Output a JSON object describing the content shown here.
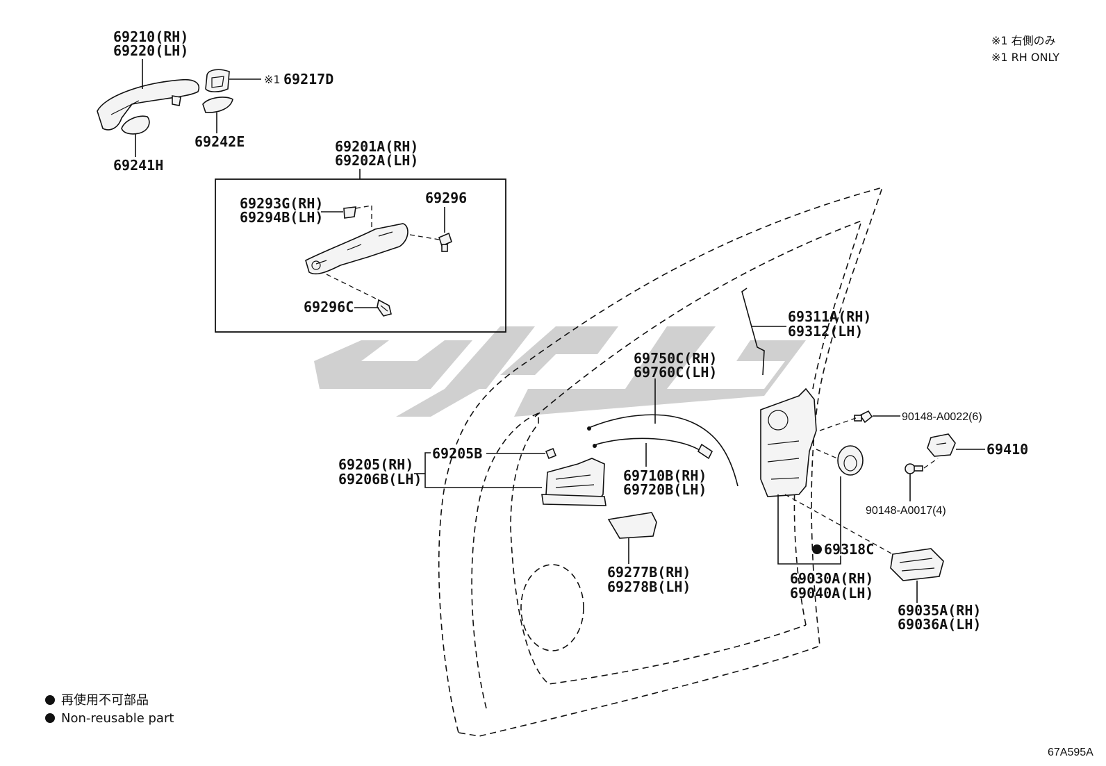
{
  "notes": {
    "rh_only_jp": "※1 右側のみ",
    "rh_only_en": "※1 RH ONLY",
    "mark_1": "※1"
  },
  "legend": {
    "non_reusable_jp": "再使用不可部品",
    "non_reusable_en": "Non-reusable part"
  },
  "diagram_code": "67A595A",
  "parts": {
    "p69210": "69210(RH)",
    "p69220": "69220(LH)",
    "p69217d": "69217D",
    "p69242e": "69242E",
    "p69241h": "69241H",
    "p69201a": "69201A(RH)",
    "p69202a": "69202A(LH)",
    "p69293g": "69293G(RH)",
    "p69294b": "69294B(LH)",
    "p69296": "69296",
    "p69296c": "69296C",
    "p69311a": "69311A(RH)",
    "p69312": "69312(LH)",
    "p69750c": "69750C(RH)",
    "p69760c": "69760C(LH)",
    "p90148_22": "90148-A0022(6)",
    "p69410": "69410",
    "p69205b": "69205B",
    "p69205": "69205(RH)",
    "p69206b": "69206B(LH)",
    "p69710b": "69710B(RH)",
    "p69720b": "69720B(LH)",
    "p90148_17": "90148-A0017(4)",
    "p69318c": "69318C",
    "p69277b": "69277B(RH)",
    "p69278b": "69278B(LH)",
    "p69030a": "69030A(RH)",
    "p69040a": "69040A(LH)",
    "p69035a": "69035A(RH)",
    "p69036a": "69036A(LH)"
  },
  "colors": {
    "line": "#111111",
    "watermark": "#c8c8c8"
  }
}
